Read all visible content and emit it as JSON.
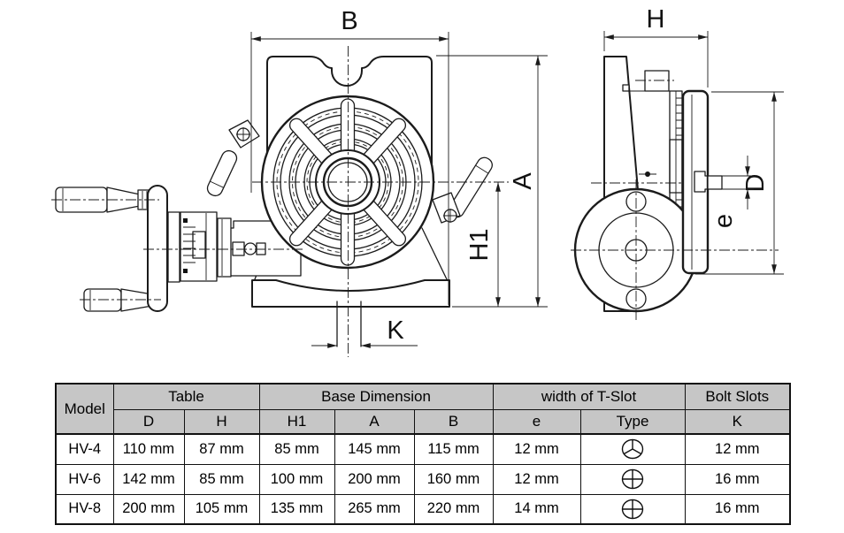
{
  "page": {
    "background": "#ffffff"
  },
  "colors": {
    "line": "#1b1b1b",
    "table_header_bg": "#c6c6c6",
    "text": "#111111"
  },
  "drawing": {
    "front_view": {
      "description": "front view of rotary table with handwheel, micrometer dial, clamp levers, slotted table face and base lug",
      "dims": {
        "b": "B",
        "a": "A",
        "h1": "H1",
        "k": "K"
      }
    },
    "side_view": {
      "description": "side view of rotary table with body, graduated dial band, table disc edge, T-slot section, stud and worm-housing flange",
      "dims": {
        "h": "H",
        "d": "D",
        "e": "e"
      }
    }
  },
  "spec_table": {
    "col_groups": {
      "model": "Model",
      "table": "Table",
      "base_dimension": "Base Dimension",
      "t_slot_width": "width of T-Slot",
      "bolt_slots": "Bolt Slots"
    },
    "sub_headers": {
      "d": "D",
      "h": "H",
      "h1": "H1",
      "a": "A",
      "b": "B",
      "e": "e",
      "type": "Type",
      "k": "K"
    },
    "rows": [
      {
        "model": "HV-4",
        "d": "110 mm",
        "h": "87 mm",
        "h1": "85 mm",
        "a": "145 mm",
        "b": "115 mm",
        "e": "12 mm",
        "type_icon": "circle-3-slot",
        "k": "12 mm"
      },
      {
        "model": "HV-6",
        "d": "142 mm",
        "h": "85 mm",
        "h1": "100 mm",
        "a": "200 mm",
        "b": "160 mm",
        "e": "12 mm",
        "type_icon": "circle-4-slot",
        "k": "16 mm"
      },
      {
        "model": "HV-8",
        "d": "200 mm",
        "h": "105 mm",
        "h1": "135 mm",
        "a": "265 mm",
        "b": "220 mm",
        "e": "14 mm",
        "type_icon": "circle-4-slot",
        "k": "16 mm"
      }
    ]
  }
}
